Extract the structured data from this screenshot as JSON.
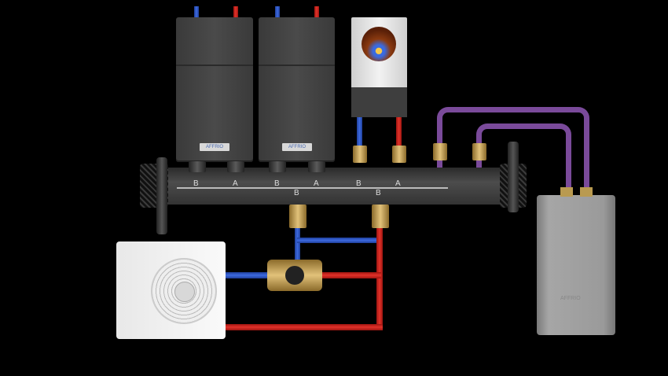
{
  "boilers": [
    {
      "brand_logo": "AFFRIO"
    },
    {
      "brand_logo": "AFFRIO"
    }
  ],
  "manifold": {
    "port_labels_top": [
      "B",
      "A",
      "B",
      "A",
      "B",
      "A"
    ],
    "port_labels_bottom": [
      "B",
      "B"
    ]
  },
  "tank": {
    "brand_logo": "AFFRIO"
  },
  "colors": {
    "hot": "#e2322a",
    "cold": "#3d6ae0",
    "loop": "#7a4a9a",
    "brass": "#e2c27a"
  }
}
